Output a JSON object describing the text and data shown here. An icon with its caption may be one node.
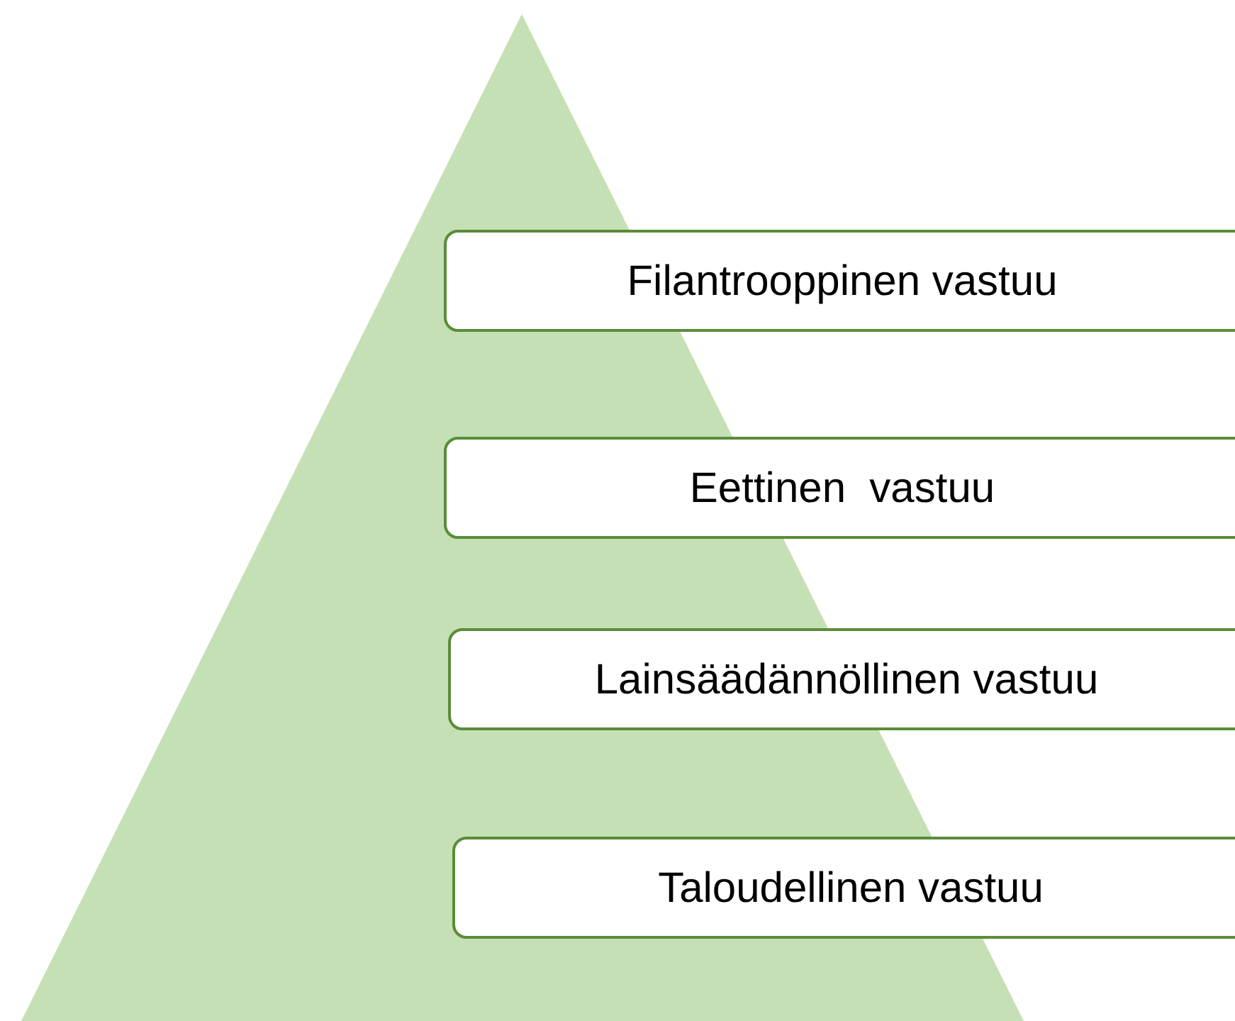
{
  "diagram": {
    "nodes": [
      {
        "text": [
          "Filantrooppinen vastuu"
        ]
      },
      {
        "text": [
          "Eettinen  vastuu"
        ]
      },
      {
        "text": [
          "Lainsäädännöllinen vastuu"
        ]
      },
      {
        "text": [
          "Taloudellinen vastuu"
        ]
      }
    ]
  }
}
